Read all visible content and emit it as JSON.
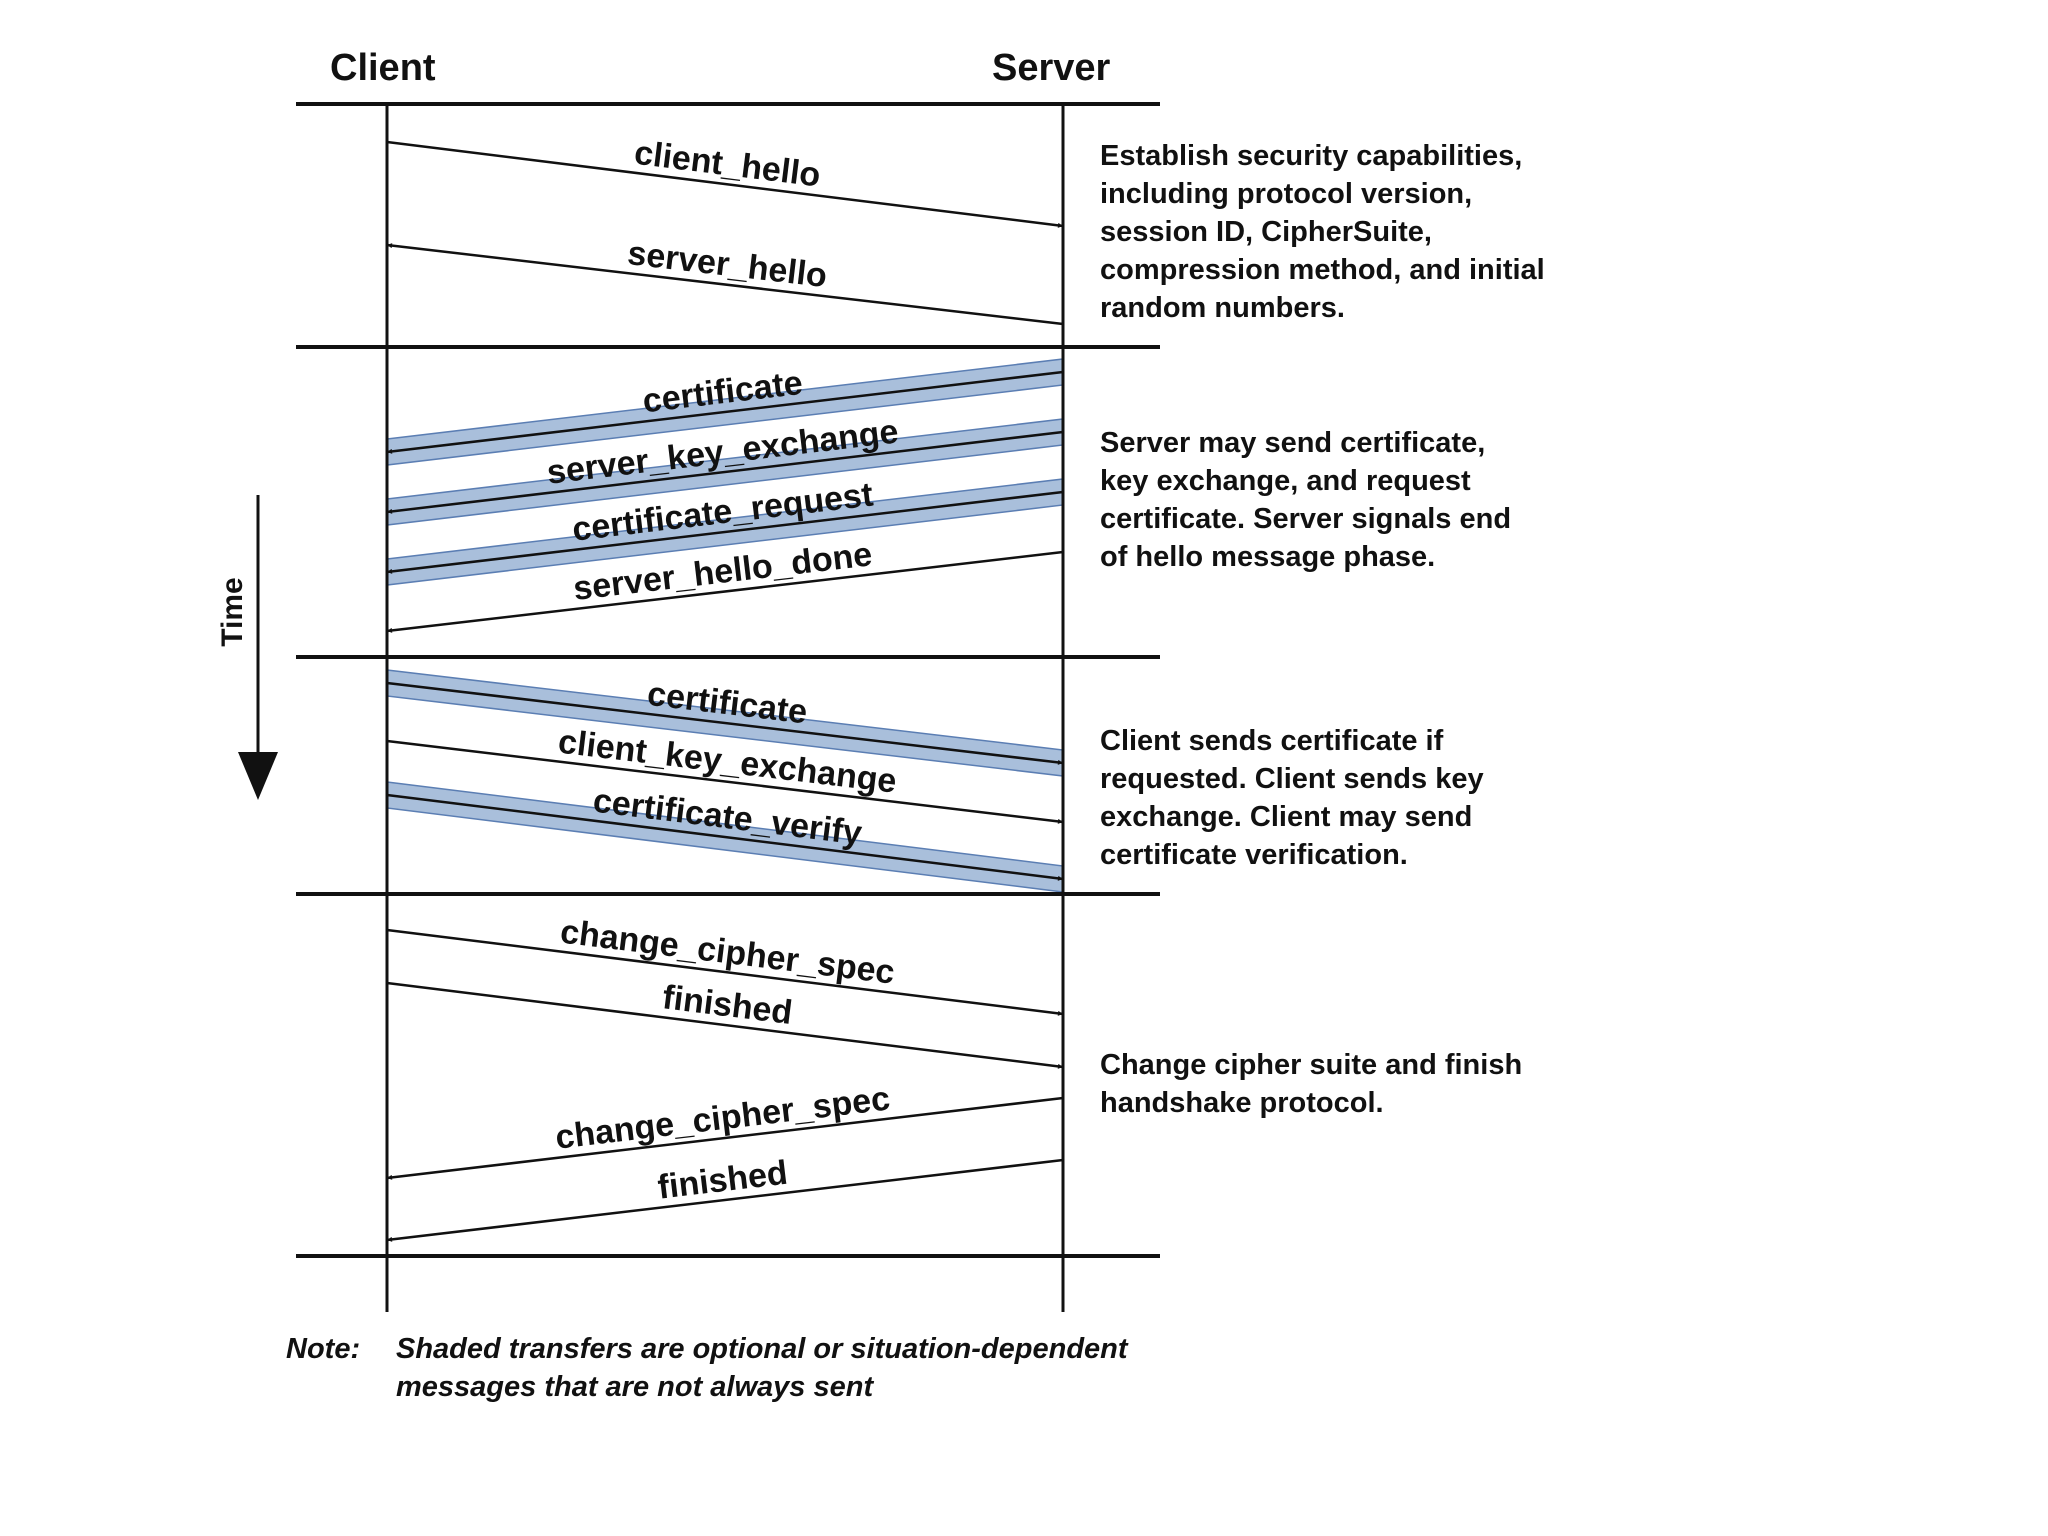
{
  "header": {
    "client": "Client",
    "server": "Server"
  },
  "time_label": "Time",
  "phases": [
    {
      "description": [
        "Establish security capabilities,",
        "including protocol version,",
        "session ID, CipherSuite,",
        "compression method, and initial",
        "random numbers."
      ],
      "messages": [
        {
          "label": "client_hello",
          "direction": "to-server",
          "optional": false
        },
        {
          "label": "server_hello",
          "direction": "to-client",
          "optional": false
        }
      ]
    },
    {
      "description": [
        "Server may send certificate,",
        "key exchange, and request",
        "certificate. Server signals end",
        "of hello message phase."
      ],
      "messages": [
        {
          "label": "certificate",
          "direction": "to-client",
          "optional": true
        },
        {
          "label": "server_key_exchange",
          "direction": "to-client",
          "optional": true
        },
        {
          "label": "certificate_request",
          "direction": "to-client",
          "optional": true
        },
        {
          "label": "server_hello_done",
          "direction": "to-client",
          "optional": false
        }
      ]
    },
    {
      "description": [
        "Client sends certificate if",
        "requested. Client sends key",
        "exchange. Client may send",
        "certificate verification."
      ],
      "messages": [
        {
          "label": "certificate",
          "direction": "to-server",
          "optional": true
        },
        {
          "label": "client_key_exchange",
          "direction": "to-server",
          "optional": false
        },
        {
          "label": "certificate_verify",
          "direction": "to-server",
          "optional": true
        }
      ]
    },
    {
      "description": [
        "Change cipher suite and finish",
        "handshake protocol."
      ],
      "messages": [
        {
          "label": "change_cipher_spec",
          "direction": "to-server",
          "optional": false
        },
        {
          "label": "finished",
          "direction": "to-server",
          "optional": false
        },
        {
          "label": "change_cipher_spec",
          "direction": "to-client",
          "optional": false
        },
        {
          "label": "finished",
          "direction": "to-client",
          "optional": false
        }
      ]
    }
  ],
  "note": {
    "prefix": "Note:",
    "lines": [
      "Shaded transfers are optional or situation-dependent",
      "messages that are not always sent"
    ]
  },
  "colors": {
    "shade": "#a9bfdb",
    "shade_edge": "#5b7eb3",
    "line": "#111111"
  }
}
